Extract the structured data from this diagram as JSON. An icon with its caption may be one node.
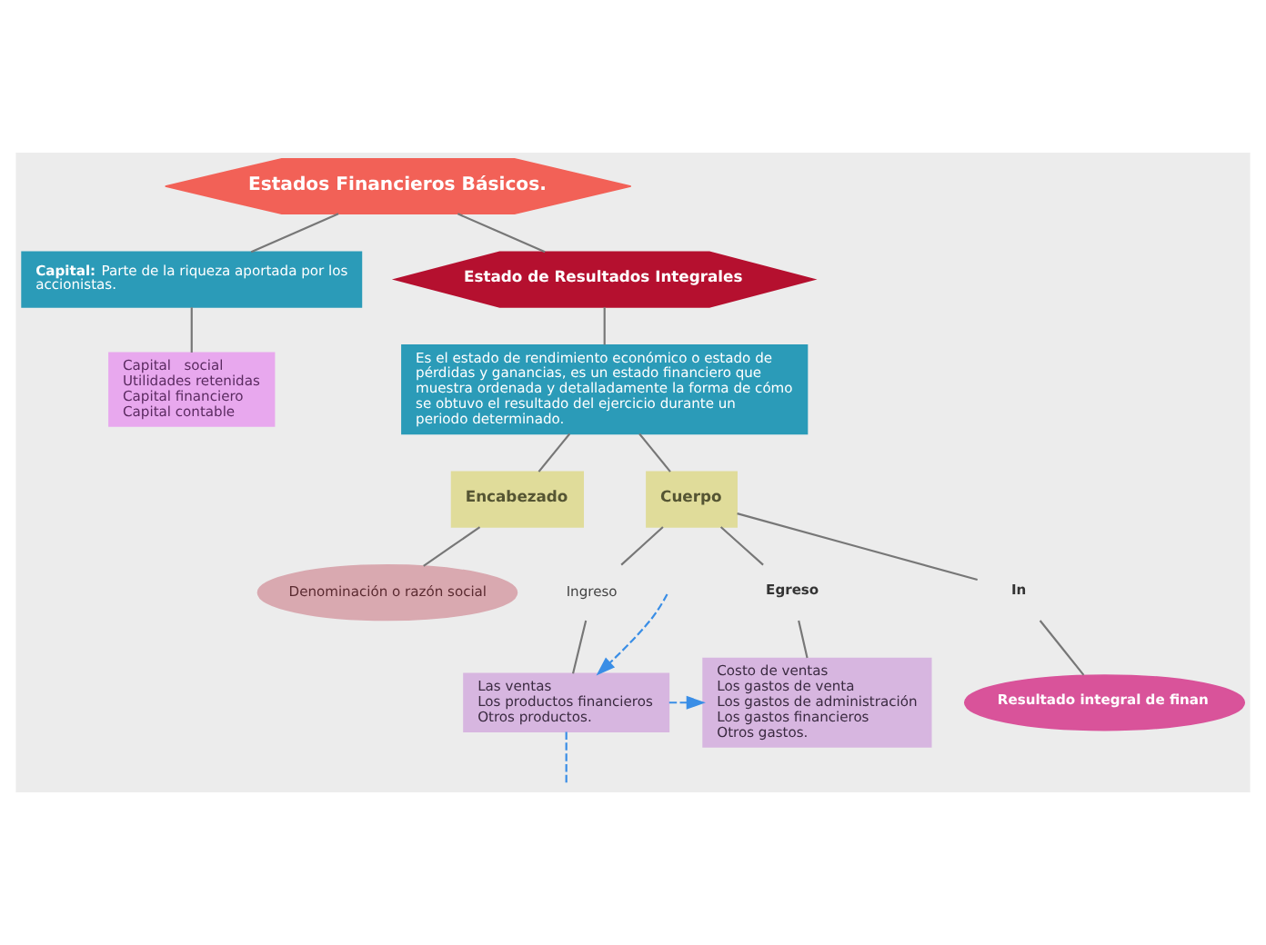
{
  "diagram": {
    "nodes": [
      {
        "text": [
          "Estados Financieros Básicos."
        ]
      },
      {
        "text": [
          "**Capital:** Parte de la riqueza aportada por los accionistas."
        ]
      },
      {
        "text": [
          "Capital   social",
          "Utilidades retenidas",
          "Capital financiero",
          "Capital contable"
        ]
      },
      {
        "text": [
          "Estado de Resultados Integrales"
        ]
      },
      {
        "text": [
          "Es el estado de rendimiento económico o estado de pérdidas y ganancias, es un estado financiero que muestra ordenada y detalladamente la forma de cómo se obtuvo el resultado del ejercicio durante un periodo determinado."
        ]
      },
      {
        "text": [
          "Encabezado"
        ]
      },
      {
        "text": [
          "Denominación o razón social"
        ]
      },
      {
        "text": [
          "Cuerpo"
        ]
      },
      {
        "text": [
          "Ingreso"
        ]
      },
      {
        "text": [
          "Egreso"
        ]
      },
      {
        "text": [
          "In"
        ]
      },
      {
        "text": [
          "Las ventas",
          "Los productos financieros",
          "Otros productos."
        ]
      },
      {
        "text": [
          "Costo de ventas",
          "Los gastos de venta",
          "Los gastos de administración",
          "Los gastos financieros",
          "Otros gastos."
        ]
      },
      {
        "text": [
          "Resultado integral de finan"
        ]
      }
    ],
    "edges": [
      {
        "from": 0,
        "to": 1,
        "arrow": "none"
      },
      {
        "from": 0,
        "to": 3,
        "arrow": "none"
      },
      {
        "from": 1,
        "to": 2,
        "arrow": "none"
      },
      {
        "from": 3,
        "to": 4,
        "arrow": "none"
      },
      {
        "from": 4,
        "to": 5,
        "arrow": "none"
      },
      {
        "from": 4,
        "to": 7,
        "arrow": "none"
      },
      {
        "from": 5,
        "to": 6,
        "arrow": "none"
      },
      {
        "from": 7,
        "to": 8,
        "arrow": "none"
      },
      {
        "from": 7,
        "to": 9,
        "arrow": "none"
      },
      {
        "from": 7,
        "to": 10,
        "arrow": "none"
      },
      {
        "from": 8,
        "to": 11,
        "arrow": "none"
      },
      {
        "from": 9,
        "to": 12,
        "arrow": "none"
      },
      {
        "from": 10,
        "to": 13,
        "arrow": "none"
      },
      {
        "from": 11,
        "to": 12,
        "arrow": "to",
        "style": "dashed",
        "color": "#3a8ee6"
      },
      {
        "from": null,
        "to": 11,
        "arrow": "to",
        "style": "dashed",
        "color": "#3a8ee6"
      },
      {
        "from": 11,
        "to": null,
        "arrow": "none",
        "style": "dashed",
        "color": "#3a8ee6"
      }
    ]
  }
}
